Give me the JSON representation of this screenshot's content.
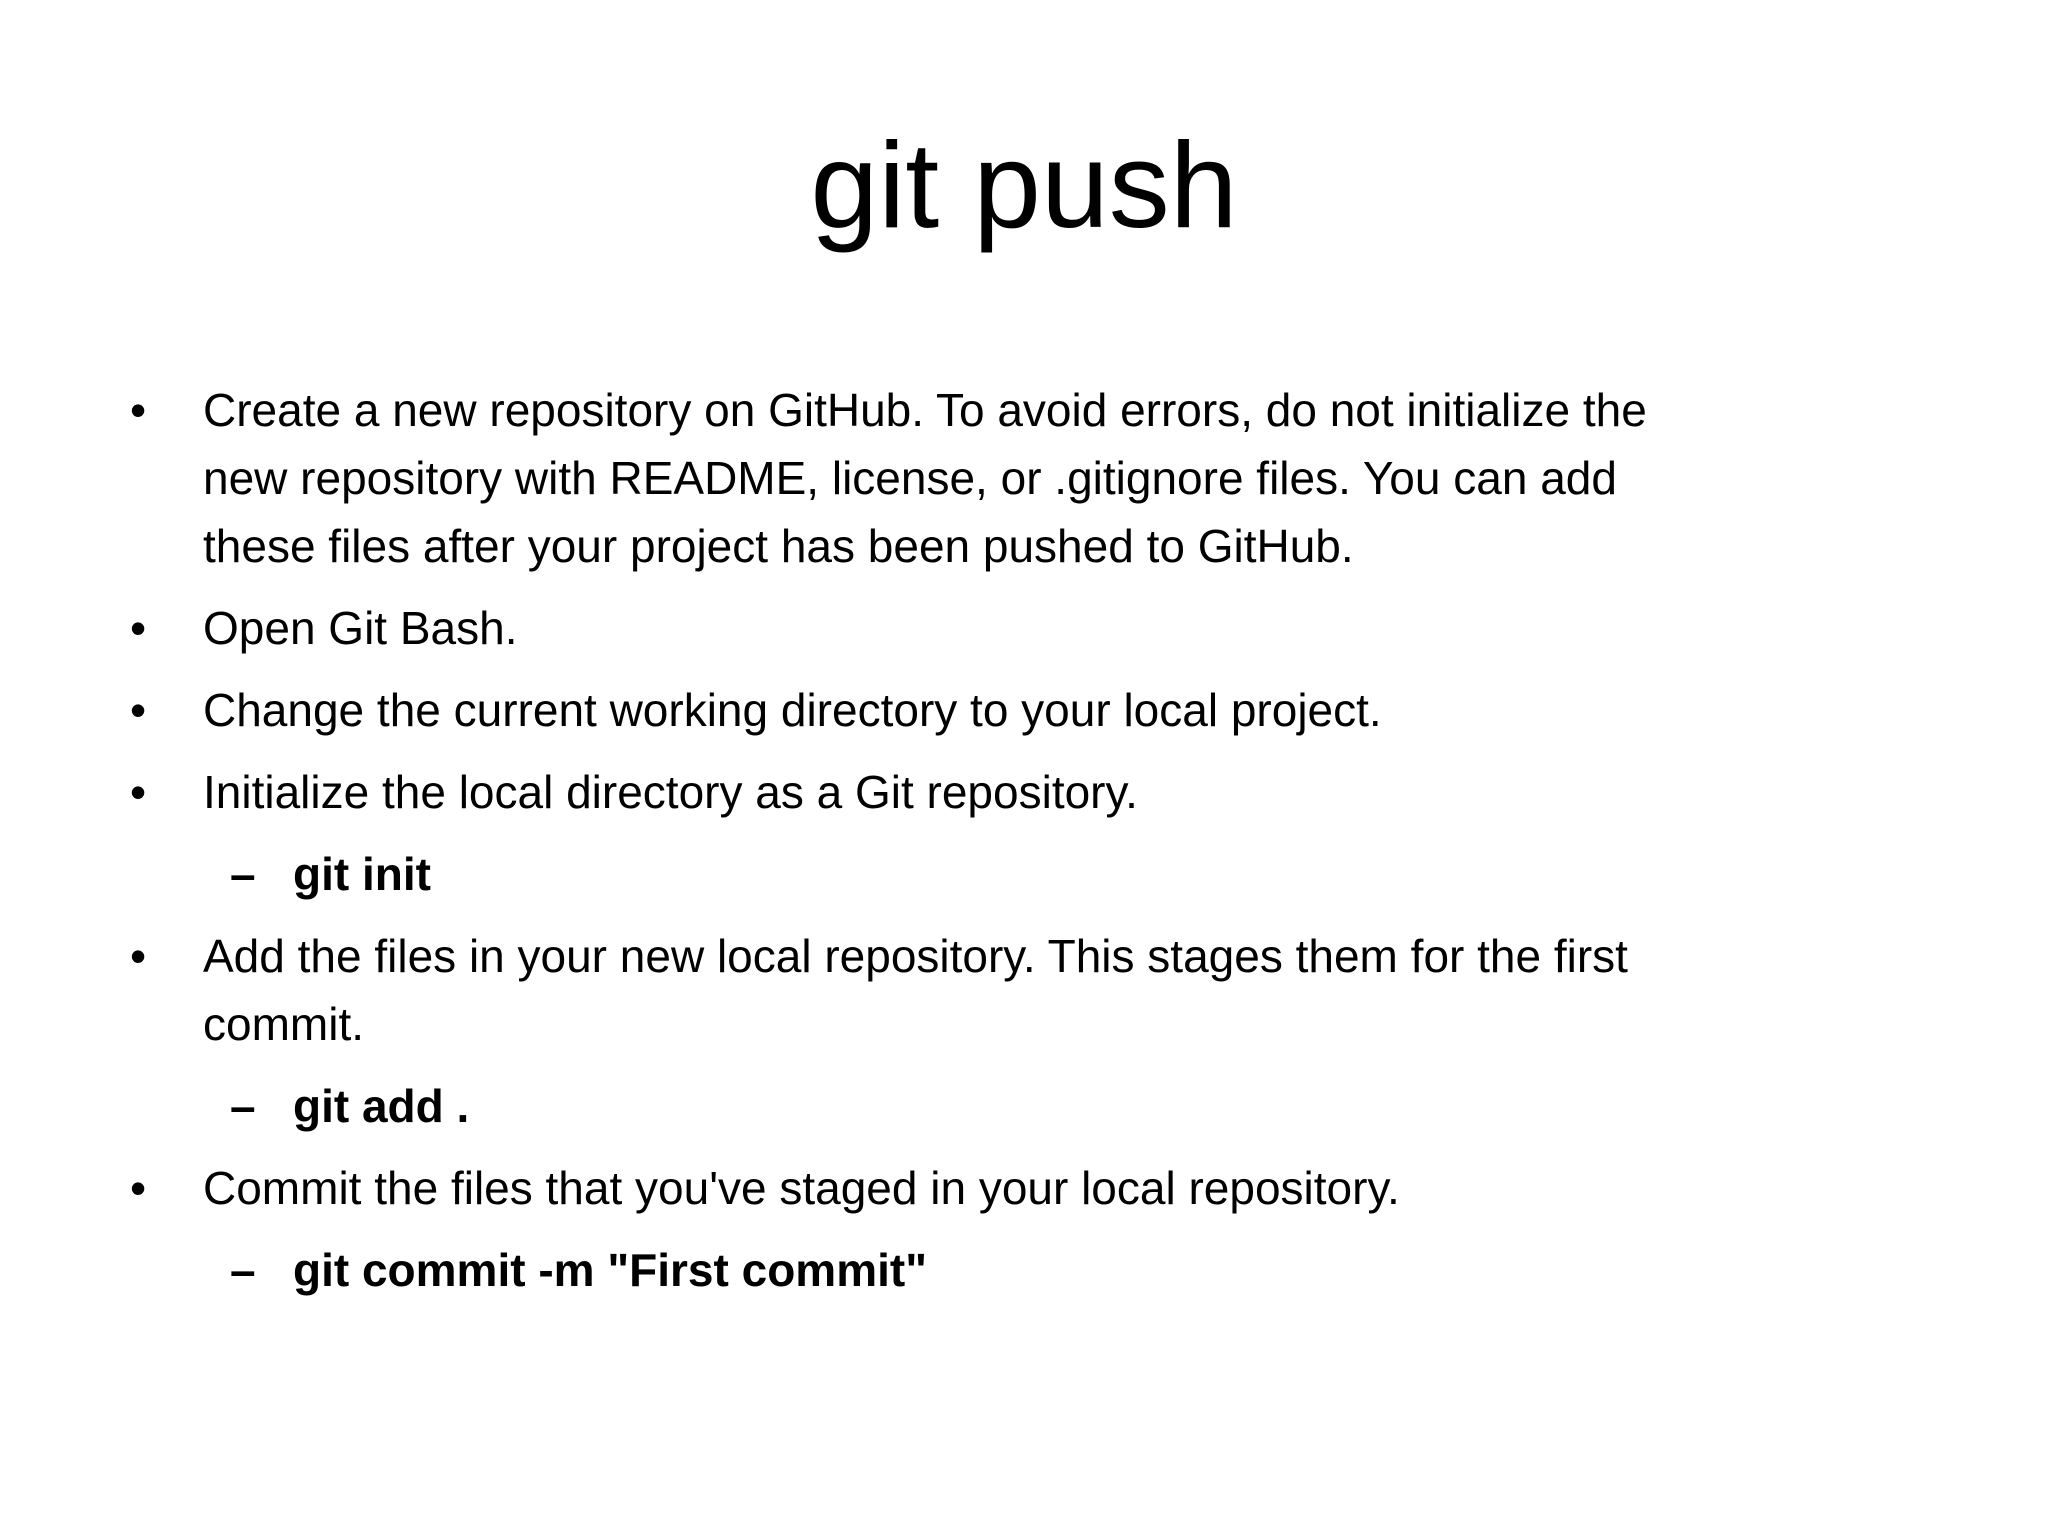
{
  "slide": {
    "title": "git push",
    "markers": {
      "bullet": "•",
      "dash": "–"
    },
    "items": [
      {
        "level": 1,
        "bold": false,
        "lines": [
          "Create a new repository on GitHub. To avoid errors, do not initialize the",
          "new repository with README, license, or .gitignore files. You can add",
          "these files after your project has been pushed to GitHub."
        ]
      },
      {
        "level": 1,
        "bold": false,
        "lines": [
          "Open Git Bash."
        ]
      },
      {
        "level": 1,
        "bold": false,
        "lines": [
          "Change the current working directory to your local project."
        ]
      },
      {
        "level": 1,
        "bold": false,
        "lines": [
          "Initialize the local directory as a Git repository."
        ]
      },
      {
        "level": 2,
        "bold": true,
        "lines": [
          "git init"
        ]
      },
      {
        "level": 1,
        "bold": false,
        "lines": [
          "Add the files in your new local repository. This stages them for the first",
          "commit."
        ]
      },
      {
        "level": 2,
        "bold": true,
        "lines": [
          "git add ."
        ]
      },
      {
        "level": 1,
        "bold": false,
        "lines": [
          "Commit the files that you've staged in your local repository."
        ]
      },
      {
        "level": 2,
        "bold": true,
        "lines": [
          "git commit -m \"First commit\""
        ]
      }
    ]
  }
}
